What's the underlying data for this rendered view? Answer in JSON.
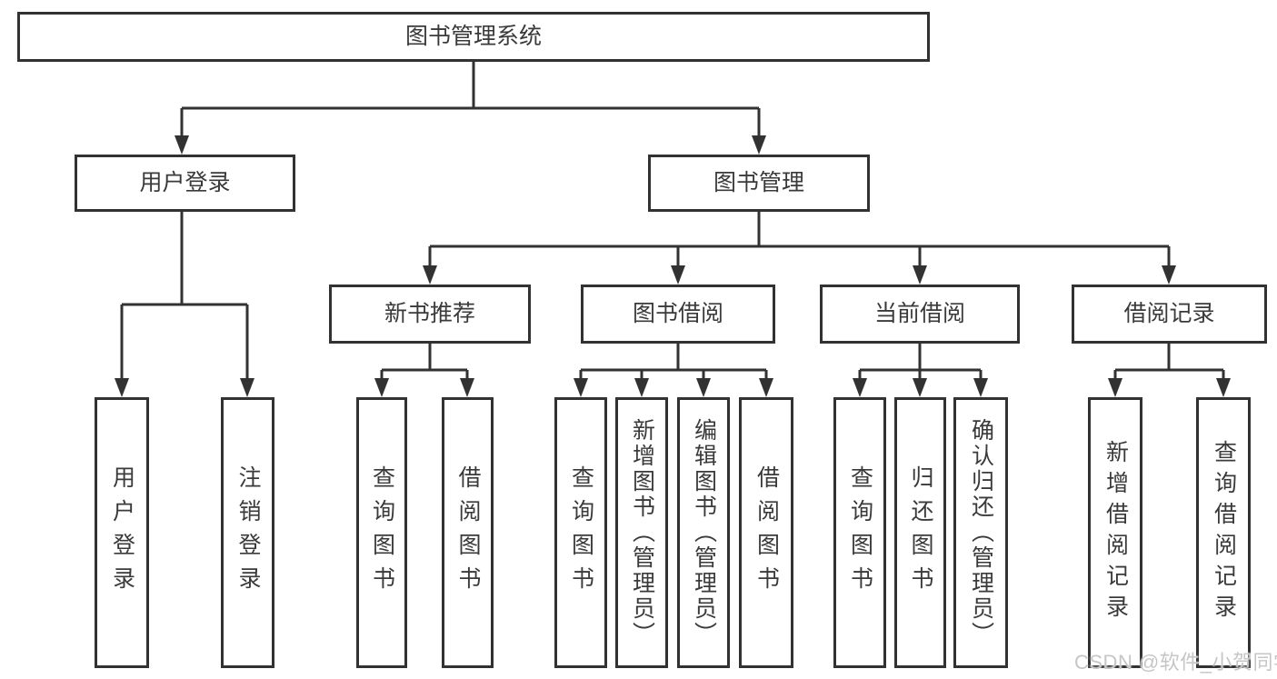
{
  "colors": {
    "line": "#323232",
    "text": "#3a3a3a",
    "background": "#ffffff",
    "watermark": "#c6c6c6"
  },
  "tree": {
    "label": "图书管理系统",
    "children": [
      {
        "label": "用户登录",
        "children": [
          {
            "label": "用户登录"
          },
          {
            "label": "注销登录"
          }
        ]
      },
      {
        "label": "图书管理",
        "children": [
          {
            "label": "新书推荐",
            "children": [
              {
                "label": "查询图书"
              },
              {
                "label": "借阅图书"
              }
            ]
          },
          {
            "label": "图书借阅",
            "children": [
              {
                "label": "查询图书"
              },
              {
                "label": "新增图书（管理员）"
              },
              {
                "label": "编辑图书（管理员）"
              },
              {
                "label": "借阅图书"
              }
            ]
          },
          {
            "label": "当前借阅",
            "children": [
              {
                "label": "查询图书"
              },
              {
                "label": "归还图书"
              },
              {
                "label": "确认归还（管理员）"
              }
            ]
          },
          {
            "label": "借阅记录",
            "children": [
              {
                "label": "新增借阅记录"
              },
              {
                "label": "查询借阅记录"
              }
            ]
          }
        ]
      }
    ]
  },
  "watermark": {
    "text": "CSDN @软件_小贺同学"
  }
}
